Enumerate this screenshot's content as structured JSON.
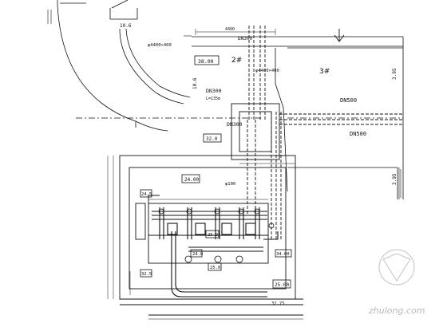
{
  "labels": {
    "elev_top_left": "10.6",
    "elev_left_mid": "10.6",
    "elev_right_top": "3.95",
    "elev_right_mid": "3.95",
    "dim_top": "4400",
    "dn300_top": "DN300",
    "pipe_4400": "φ4400×400",
    "pipe_4400_b": "φ4400×400",
    "label_2": "2#",
    "label_3": "3#",
    "elev_box_top": "38.00",
    "dn300_left": "DN300",
    "l_value": "L=135m",
    "dn300_mid": "DN300",
    "dn500_a": "DN500",
    "dn500_b": "DN500",
    "elev_box_2": "32.0",
    "elev_box_3": "24.00",
    "elev_box_4": "25.0",
    "elev_box_5": "24.0",
    "elev_box_6": "25.0",
    "elev_box_7": "34.00",
    "elev_box_8": "25.00",
    "elev_box_9": "24.5",
    "elev_bottom_left": "32.5",
    "elev_bottom": "32.75",
    "pipe_tag_a": "φ100",
    "watermark": "zhulong.com"
  },
  "colors": {
    "line": "#111111",
    "watermark": "#b9b9b9"
  }
}
